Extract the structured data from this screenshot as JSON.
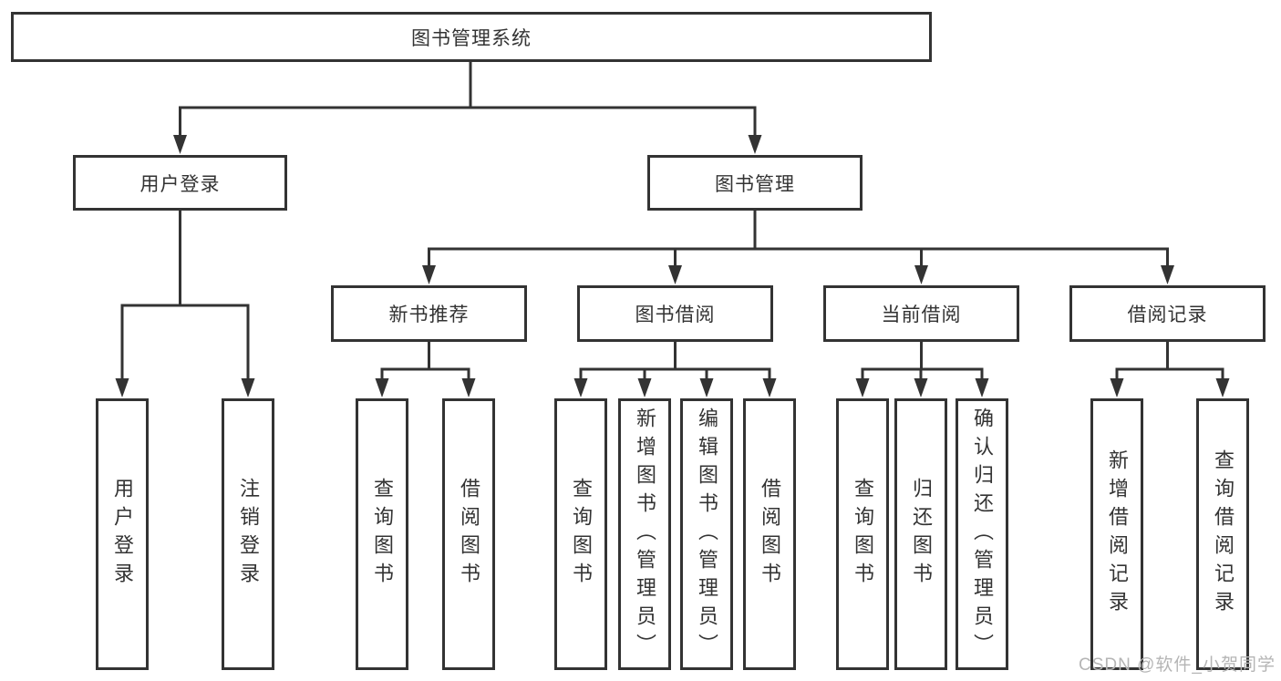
{
  "tree": {
    "root": "图书管理系统",
    "children": [
      {
        "label": "用户登录",
        "children": [
          "用户登录",
          "注销登录"
        ]
      },
      {
        "label": "图书管理",
        "children": [
          {
            "label": "新书推荐",
            "children": [
              "查询图书",
              "借阅图书"
            ]
          },
          {
            "label": "图书借阅",
            "children": [
              "查询图书",
              "新增图书（管理员）",
              "编辑图书（管理员）",
              "借阅图书"
            ]
          },
          {
            "label": "当前借阅",
            "children": [
              "查询图书",
              "归还图书",
              "确认归还（管理员）"
            ]
          },
          {
            "label": "借阅记录",
            "children": [
              "新增借阅记录",
              "查询借阅记录"
            ]
          }
        ]
      }
    ]
  },
  "watermark": "CSDN @软件_小贺同学",
  "colors": {
    "line": "#333333",
    "box_border": "#333333",
    "background": "#ffffff",
    "watermark": "#b5b5b5"
  }
}
